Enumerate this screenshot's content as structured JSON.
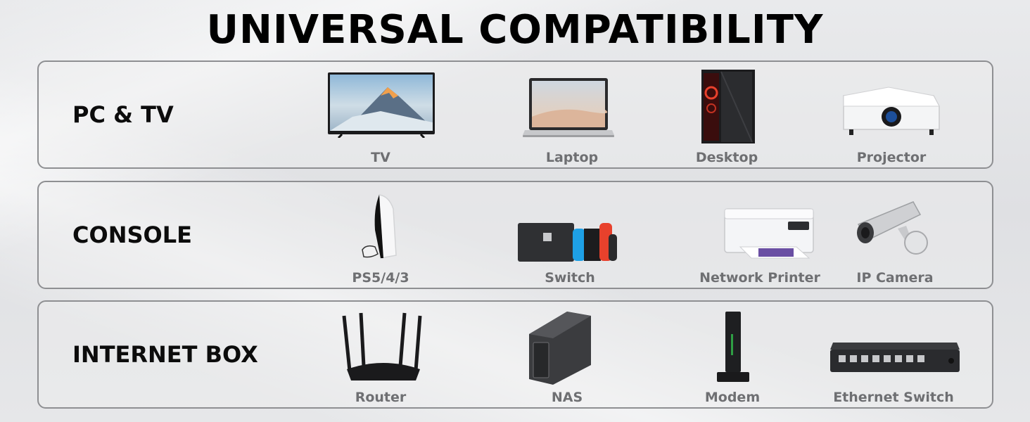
{
  "title": "UNIVERSAL COMPATIBILITY",
  "rows": [
    {
      "label": "PC & TV",
      "devices": [
        {
          "name": "TV",
          "icon": "tv-icon"
        },
        {
          "name": "Laptop",
          "icon": "laptop-icon"
        },
        {
          "name": "Desktop",
          "icon": "desktop-tower-icon"
        },
        {
          "name": "Projector",
          "icon": "projector-icon"
        }
      ]
    },
    {
      "label": "CONSOLE",
      "devices": [
        {
          "name": "PS5/4/3",
          "icon": "game-console-icon"
        },
        {
          "name": "Switch",
          "icon": "handheld-console-icon"
        },
        {
          "name": "Network Printer",
          "icon": "printer-icon"
        },
        {
          "name": "IP Camera",
          "icon": "security-camera-icon"
        }
      ]
    },
    {
      "label": "INTERNET BOX",
      "devices": [
        {
          "name": "Router",
          "icon": "router-icon"
        },
        {
          "name": "NAS",
          "icon": "nas-icon"
        },
        {
          "name": "Modem",
          "icon": "modem-icon"
        },
        {
          "name": "Ethernet Switch",
          "icon": "ethernet-switch-icon"
        }
      ]
    }
  ],
  "colors": {
    "title": "#000000",
    "label": "#0c0c0c",
    "caption": "#6e6f72",
    "panel_border": "#8e8f92",
    "accent_blue": "#1ea0e6",
    "accent_red": "#e8412c"
  }
}
